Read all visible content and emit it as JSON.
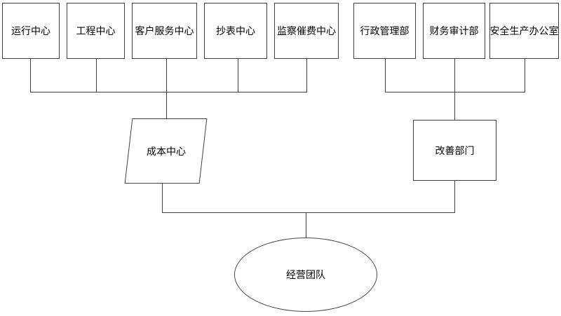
{
  "nodes": {
    "top_row": [
      {
        "label": "运行中心"
      },
      {
        "label": "工程中心"
      },
      {
        "label": "客户服务中心"
      },
      {
        "label": "抄表中心"
      },
      {
        "label": "监察催费中心"
      },
      {
        "label": "行政管理部"
      },
      {
        "label": "财务审计部"
      },
      {
        "label": "安全生产办公室"
      }
    ],
    "cost_center": {
      "label": "成本中心",
      "shape": "parallelogram"
    },
    "improvement_dept": {
      "label": "改善部门",
      "shape": "rectangle"
    },
    "management_team": {
      "label": "经营团队",
      "shape": "ellipse"
    }
  },
  "colors": {
    "line": "#404040",
    "border": "#404040",
    "text": "#000000",
    "background": "#ffffff"
  }
}
